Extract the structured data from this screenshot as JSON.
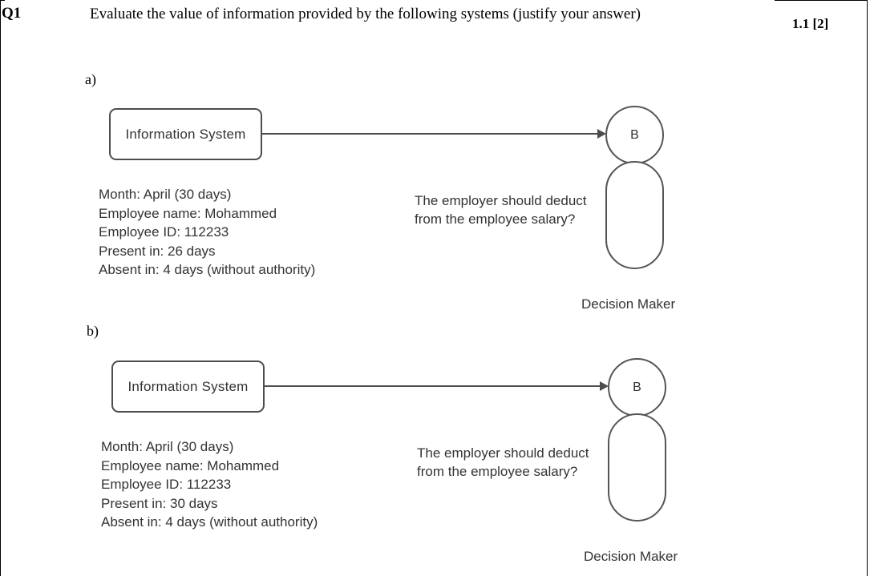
{
  "page": {
    "border_color": "#000000",
    "background": "#ffffff"
  },
  "header": {
    "question_label": "Q1",
    "question_text": "Evaluate the value of information provided by the following systems (justify your answer)",
    "marks": "1.1 [2]"
  },
  "parts": [
    {
      "label": "a)",
      "diagram": {
        "system_box_label": "Information System",
        "actor_head_label": "B",
        "actor_caption": "Decision Maker",
        "question_bubble": "The employer should deduct from the employee salary?",
        "info_lines": [
          "Month: April (30 days)",
          "Employee name: Mohammed",
          "Employee ID: 112233",
          "Present in: 26 days",
          "Absent in: 4 days (without authority)"
        ]
      }
    },
    {
      "label": "b)",
      "diagram": {
        "system_box_label": "Information System",
        "actor_head_label": "B",
        "actor_caption": "Decision Maker",
        "question_bubble": "The employer should deduct from the employee salary?",
        "info_lines": [
          "Month: April (30 days)",
          "Employee name: Mohammed",
          "Employee ID: 112233",
          "Present in: 30 days",
          "Absent in: 4 days (without authority)"
        ]
      }
    }
  ],
  "colors": {
    "stroke": "#4d4d4d",
    "actor_stroke": "#555555",
    "diagram_text": "#333333",
    "body_text": "#000000"
  }
}
